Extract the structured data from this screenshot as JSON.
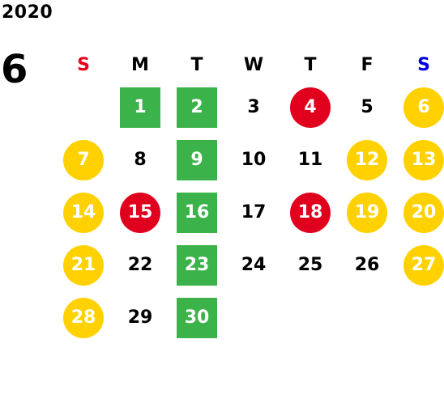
{
  "year": "2020",
  "month": "6",
  "weekdays": [
    "S",
    "M",
    "T",
    "W",
    "T",
    "F",
    "S"
  ],
  "colors": {
    "sunday_header": "#e8001c",
    "saturday_header": "#0000e0",
    "green": "#3cb34a",
    "red": "#e0001e",
    "yellow": "#ffd100"
  },
  "weeks": [
    [
      null,
      {
        "d": "1",
        "c": "green"
      },
      {
        "d": "2",
        "c": "green"
      },
      {
        "d": "3",
        "c": ""
      },
      {
        "d": "4",
        "c": "red"
      },
      {
        "d": "5",
        "c": ""
      },
      {
        "d": "6",
        "c": "yellow"
      }
    ],
    [
      {
        "d": "7",
        "c": "yellow"
      },
      {
        "d": "8",
        "c": ""
      },
      {
        "d": "9",
        "c": "green"
      },
      {
        "d": "10",
        "c": ""
      },
      {
        "d": "11",
        "c": ""
      },
      {
        "d": "12",
        "c": "yellow"
      },
      {
        "d": "13",
        "c": "yellow"
      }
    ],
    [
      {
        "d": "14",
        "c": "yellow"
      },
      {
        "d": "15",
        "c": "red"
      },
      {
        "d": "16",
        "c": "green"
      },
      {
        "d": "17",
        "c": ""
      },
      {
        "d": "18",
        "c": "red"
      },
      {
        "d": "19",
        "c": "yellow"
      },
      {
        "d": "20",
        "c": "yellow"
      }
    ],
    [
      {
        "d": "21",
        "c": "yellow"
      },
      {
        "d": "22",
        "c": ""
      },
      {
        "d": "23",
        "c": "green"
      },
      {
        "d": "24",
        "c": ""
      },
      {
        "d": "25",
        "c": ""
      },
      {
        "d": "26",
        "c": ""
      },
      {
        "d": "27",
        "c": "yellow"
      }
    ],
    [
      {
        "d": "28",
        "c": "yellow"
      },
      {
        "d": "29",
        "c": ""
      },
      {
        "d": "30",
        "c": "green"
      },
      null,
      null,
      null,
      null
    ]
  ]
}
